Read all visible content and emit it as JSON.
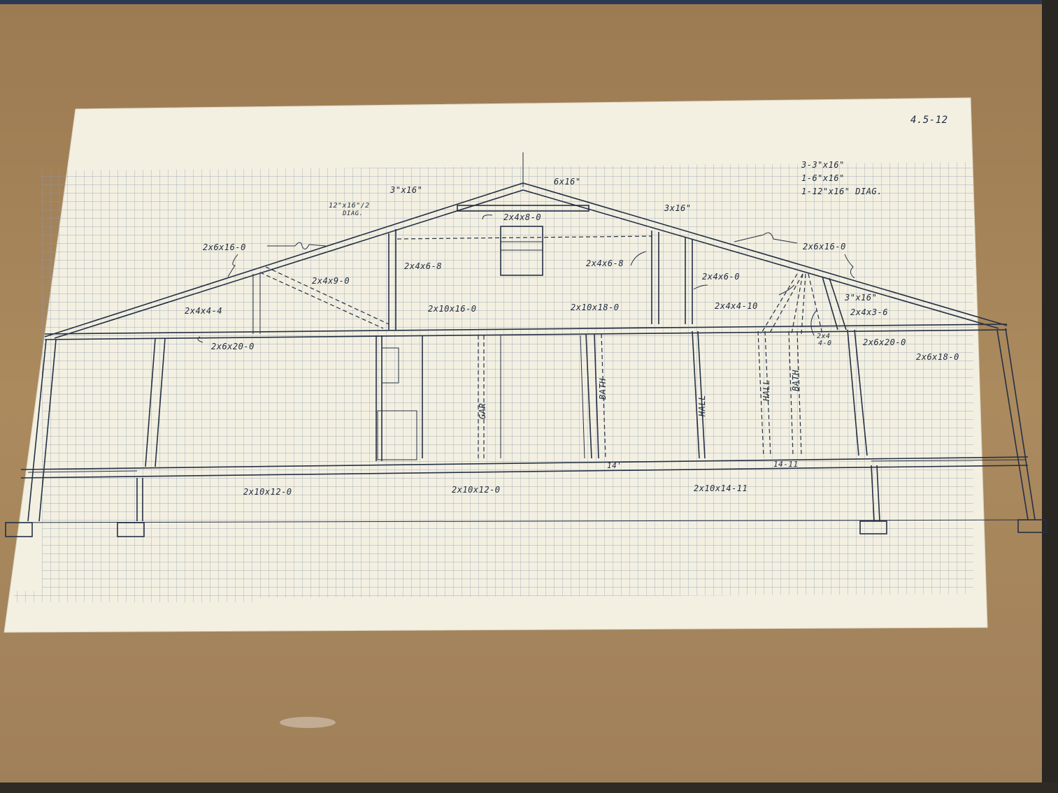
{
  "sheet": {
    "corner_note": "4.5-12"
  },
  "materials_list": [
    "3-3\"x16\"",
    "1-6\"x16\"",
    "1-12\"x16\" DIAG."
  ],
  "labels": {
    "ridge_board": "6x16\"",
    "collar_tie": "2x4x8-0",
    "brace_left": "3\"x16\"",
    "brace_left_diag_a": "12\"x16\"/2",
    "brace_left_diag_b": "DIAG.",
    "brace_right": "3x16\"",
    "brace_right_low": "3\"x16\"",
    "rafter_left": "2x6x16-0",
    "rafter_right": "2x6x16-0",
    "stud_left_attic": "2x4x6-8",
    "stud_right_attic": "2x4x6-8",
    "brace_2x4x9": "2x4x9-0",
    "stud_2x4x4_4": "2x4x4-4",
    "stud_2x4x6_0": "2x4x6-0",
    "stud_2x4x4_10": "2x4x4-10",
    "stud_2x4x3_6": "2x4x3-6",
    "stud_2x4_4_0_a": "2x4",
    "stud_2x4_4_0_b": "4-0",
    "joist_left_attic": "2x10x16-0",
    "joist_right_attic": "2x10x18-0",
    "ceiling_left": "2x6x20-0",
    "ceiling_right": "2x6x20-0",
    "ceiling_far_right": "2x6x18-0",
    "floor_left": "2x10x12-0",
    "floor_center": "2x10x12-0",
    "floor_right": "2x10x14-11",
    "dim_14": "14'",
    "dim_14_11": "14-11",
    "room_gar": "GAR",
    "room_bath_1": "BATH",
    "room_hall_1": "HALL",
    "room_hall_2": "HALL",
    "room_bath_2": "BATH"
  },
  "colors": {
    "mat": "#a8865a",
    "paper": "#f3f0e2",
    "grid": "#7f8fa6",
    "ink": "#243044"
  }
}
